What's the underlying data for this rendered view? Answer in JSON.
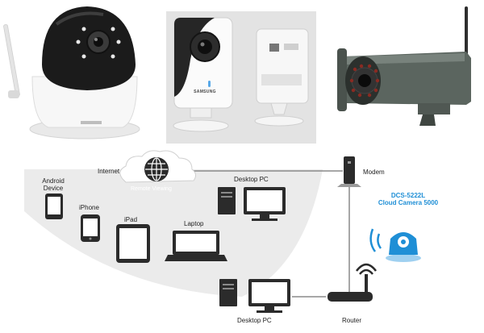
{
  "products": {
    "samsung_brand": "SAMSUNG"
  },
  "diagram": {
    "internet_label": "Internet",
    "remote_viewing_label": "Remote Viewing",
    "modem_label": "Modem",
    "router_label": "Router",
    "desktop_pc_top_label": "Desktop PC",
    "desktop_pc_bottom_label": "Desktop PC",
    "android_label_line1": "Android",
    "android_label_line2": "Device",
    "iphone_label": "iPhone",
    "ipad_label": "iPad",
    "laptop_label": "Laptop",
    "camera_label_line1": "DCS-5222L",
    "camera_label_line2": "Cloud Camera 5000"
  },
  "colors": {
    "accent_blue": "#1f8fd6",
    "device_dark": "#2b2b2b",
    "arc_bg": "#ebebeb",
    "line_gray": "#8a8a8a"
  }
}
